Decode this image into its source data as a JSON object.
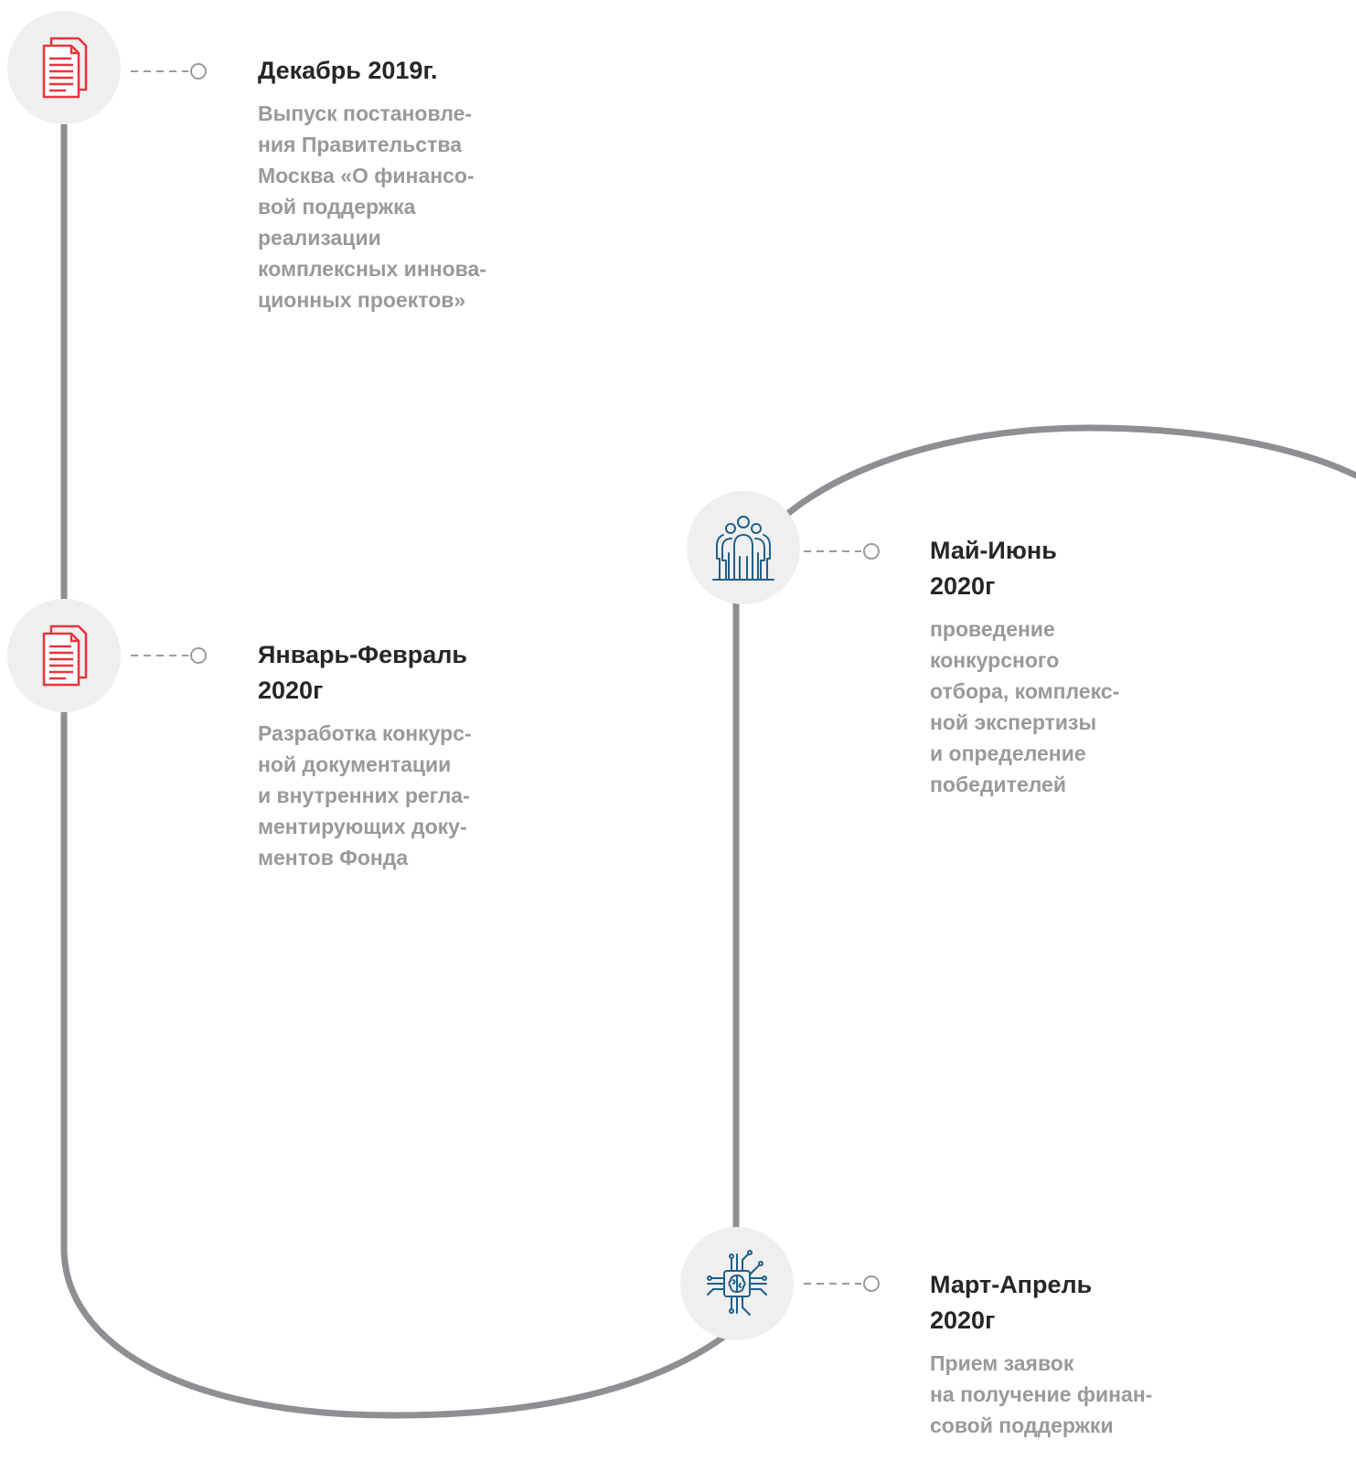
{
  "timeline": {
    "events": [
      {
        "icon": "document-icon",
        "title": "Декабрь 2019г.",
        "text": "Выпуск постановле-\nния Правительства\nМосква «О финансо-\nвой поддержка\nреализации\nкомплексных иннова-\nционных проектов»"
      },
      {
        "icon": "document-icon",
        "title": "Январь-Февраль\n2020г",
        "text": "Разработка конкурс-\nной документации\nи внутренних регла-\nментирующих доку-\nментов Фонда"
      },
      {
        "icon": "ai-chip-icon",
        "title": "Март-Апрель\n2020г",
        "text": "Прием заявок\nна получение финан-\nсовой поддержки"
      },
      {
        "icon": "people-group-icon",
        "title": "Май-Июнь\n2020г",
        "text": "проведение\nконкурсного\nотбора, комплекс-\nной экспертизы\nи определение\nпобедителей"
      }
    ],
    "colors": {
      "track": "#8e8e93",
      "node_bg": "#efefef",
      "doc_icon": "#e8343b",
      "blue_icon": "#1f5f8b",
      "title": "#262626",
      "text": "#999999",
      "connector": "#9a9a9a"
    }
  }
}
